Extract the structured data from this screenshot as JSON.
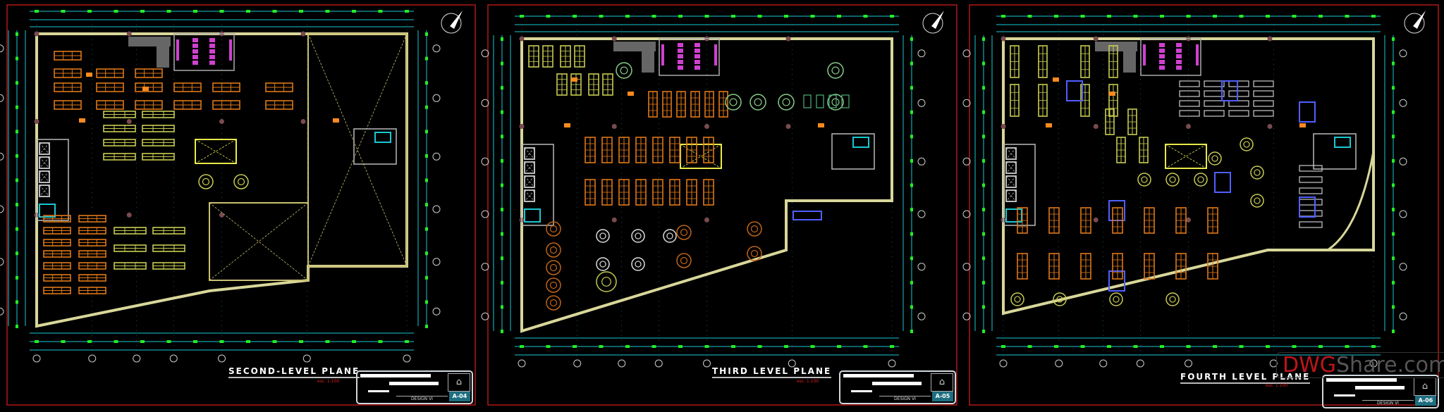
{
  "sheets": [
    {
      "title": "SECOND-LEVEL PLANE",
      "scale": "esc. 1:100",
      "design": "DESIGN VI",
      "sheet_no": "A-04"
    },
    {
      "title": "THIRD LEVEL PLANE",
      "scale": "esc. 1:100",
      "design": "DESIGN VI",
      "sheet_no": "A-05"
    },
    {
      "title": "FOURTH LEVEL PLANE",
      "scale": "esc. 1:100",
      "design": "DESIGN VI",
      "sheet_no": "A-06"
    }
  ],
  "watermark": {
    "brand": "DWG",
    "rest": "Share.com"
  },
  "colors": {
    "border": "#b01818",
    "wall": "#d9d79a",
    "grid": "#19c8d2",
    "tick": "#22ee22",
    "shelf": "#e07818",
    "gondola": "#c8cc50",
    "restroom": "#d040d0",
    "furniture_blue": "#5060ff"
  }
}
